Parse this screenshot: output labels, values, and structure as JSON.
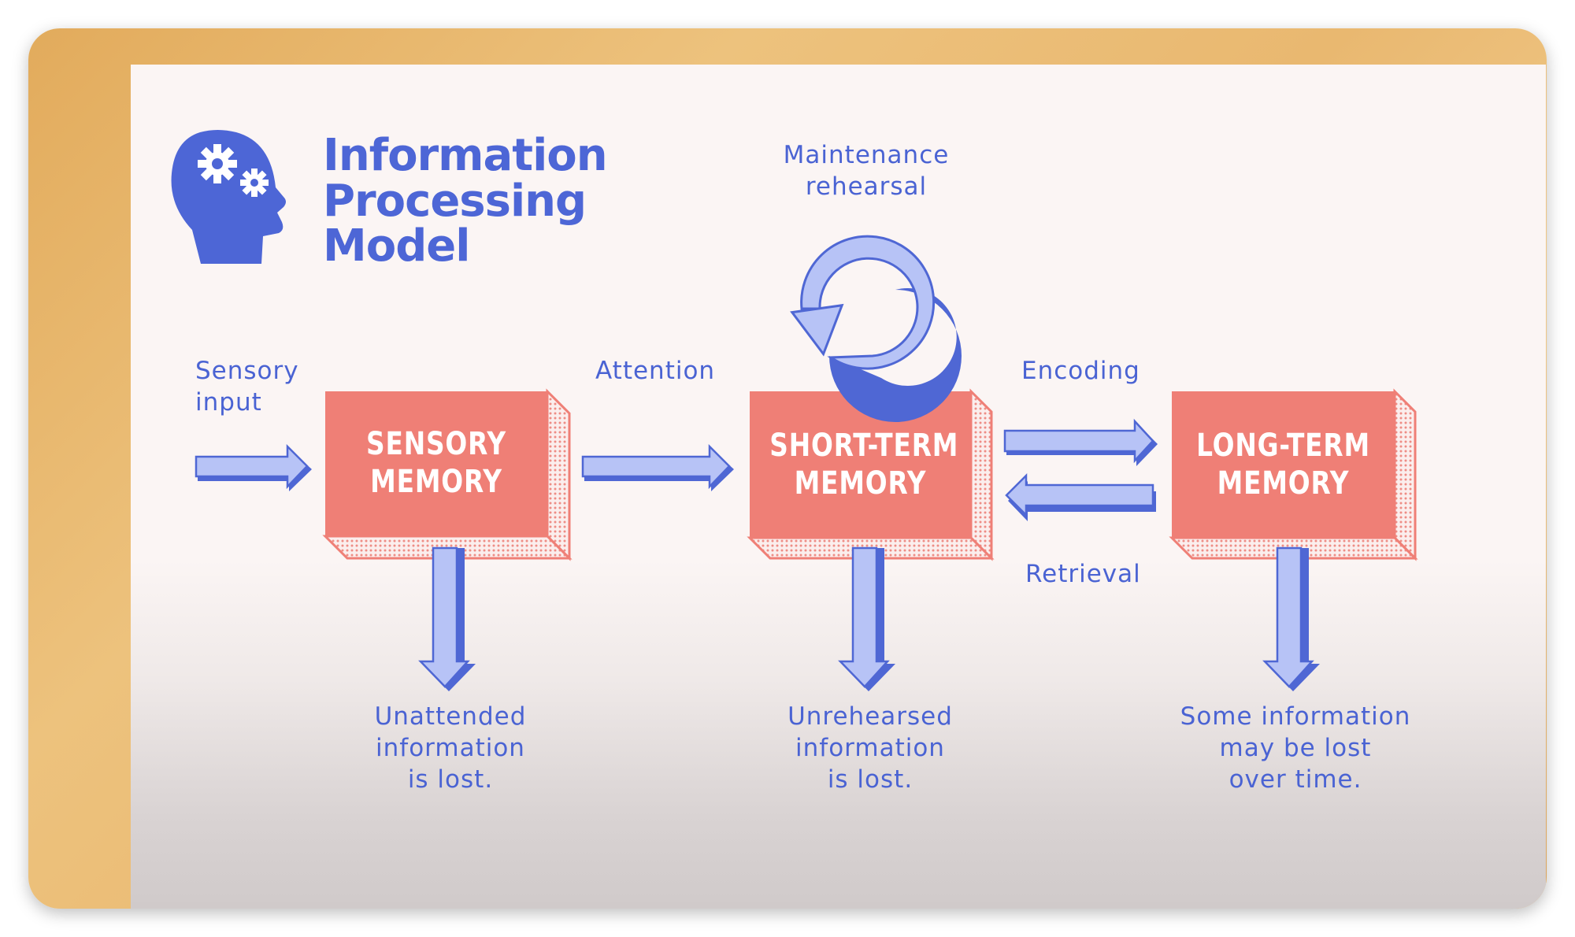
{
  "title": {
    "line1": "Information",
    "line2": "Processing",
    "line3": "Model"
  },
  "icons": {
    "head": "head-with-gears-icon",
    "rehearsal_loop": "circular-arrow-icon"
  },
  "colors": {
    "accent_blue": "#4d66d6",
    "arrow_fill": "#b7c3f6",
    "arrow_dark": "#4f67d4",
    "box_fill": "#ef7f76",
    "box_side": "#f4c2bd",
    "frame_gold": "#e6b46a",
    "slide_bg": "#fbf5f4"
  },
  "stages": {
    "sensory": {
      "line1": "SENSORY",
      "line2": "MEMORY"
    },
    "short_term": {
      "line1": "SHORT-TERM",
      "line2": "MEMORY"
    },
    "long_term": {
      "line1": "LONG-TERM",
      "line2": "MEMORY"
    }
  },
  "flow_labels": {
    "sensory_input_1": "Sensory",
    "sensory_input_2": "input",
    "attention": "Attention",
    "maintenance_1": "Maintenance",
    "maintenance_2": "rehearsal",
    "encoding": "Encoding",
    "retrieval": "Retrieval"
  },
  "loss_notes": {
    "sensory": {
      "line1": "Unattended",
      "line2": "information",
      "line3": "is lost."
    },
    "short_term": {
      "line1": "Unrehearsed",
      "line2": "information",
      "line3": "is lost."
    },
    "long_term": {
      "line1": "Some information",
      "line2": "may be lost",
      "line3": "over time."
    }
  }
}
